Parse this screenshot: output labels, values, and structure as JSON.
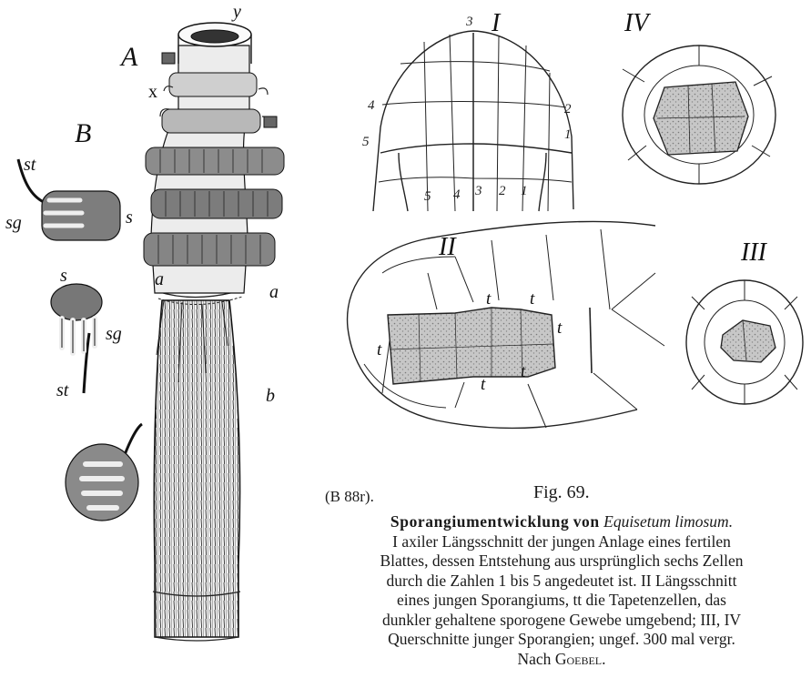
{
  "figure": {
    "number_label": "Fig. 69.",
    "source_code": "(B 88r).",
    "caption": {
      "title": "Sporangiumentwicklung",
      "title_conj": "von",
      "species": "Equisetum limosum.",
      "lines": [
        "I axiler Längsschnitt der jungen Anlage eines fertilen",
        "Blattes, dessen Entstehung aus ursprünglich sechs Zellen",
        "durch die Zahlen 1 bis 5 angedeutet ist. II Längsschnitt",
        "eines jungen Sporangiums, tt die Tapetenzellen, das",
        "dunkler gehaltene sporogene Gewebe umgebend; III, IV",
        "Querschnitte junger Sporangien; ungef. 300 mal vergr."
      ],
      "author_prefix": "Nach",
      "author": "Goebel."
    }
  },
  "labels": {
    "A": "A",
    "B": "B",
    "y": "y",
    "x": "x",
    "a_left": "a",
    "a_right": "a",
    "b": "b",
    "st_top": "st",
    "sg_top": "sg",
    "s_top": "s",
    "s_mid": "s",
    "sg_mid": "sg",
    "st_mid": "st",
    "I": "I",
    "II": "II",
    "III": "III",
    "IV": "IV",
    "t": "t"
  },
  "diagram_I_numbers": {
    "top": "3",
    "left_4": "4",
    "left_5": "5",
    "right_2": "2",
    "right_1": "1",
    "bottom": [
      "5",
      "4",
      "3",
      "2",
      "1"
    ]
  }
}
